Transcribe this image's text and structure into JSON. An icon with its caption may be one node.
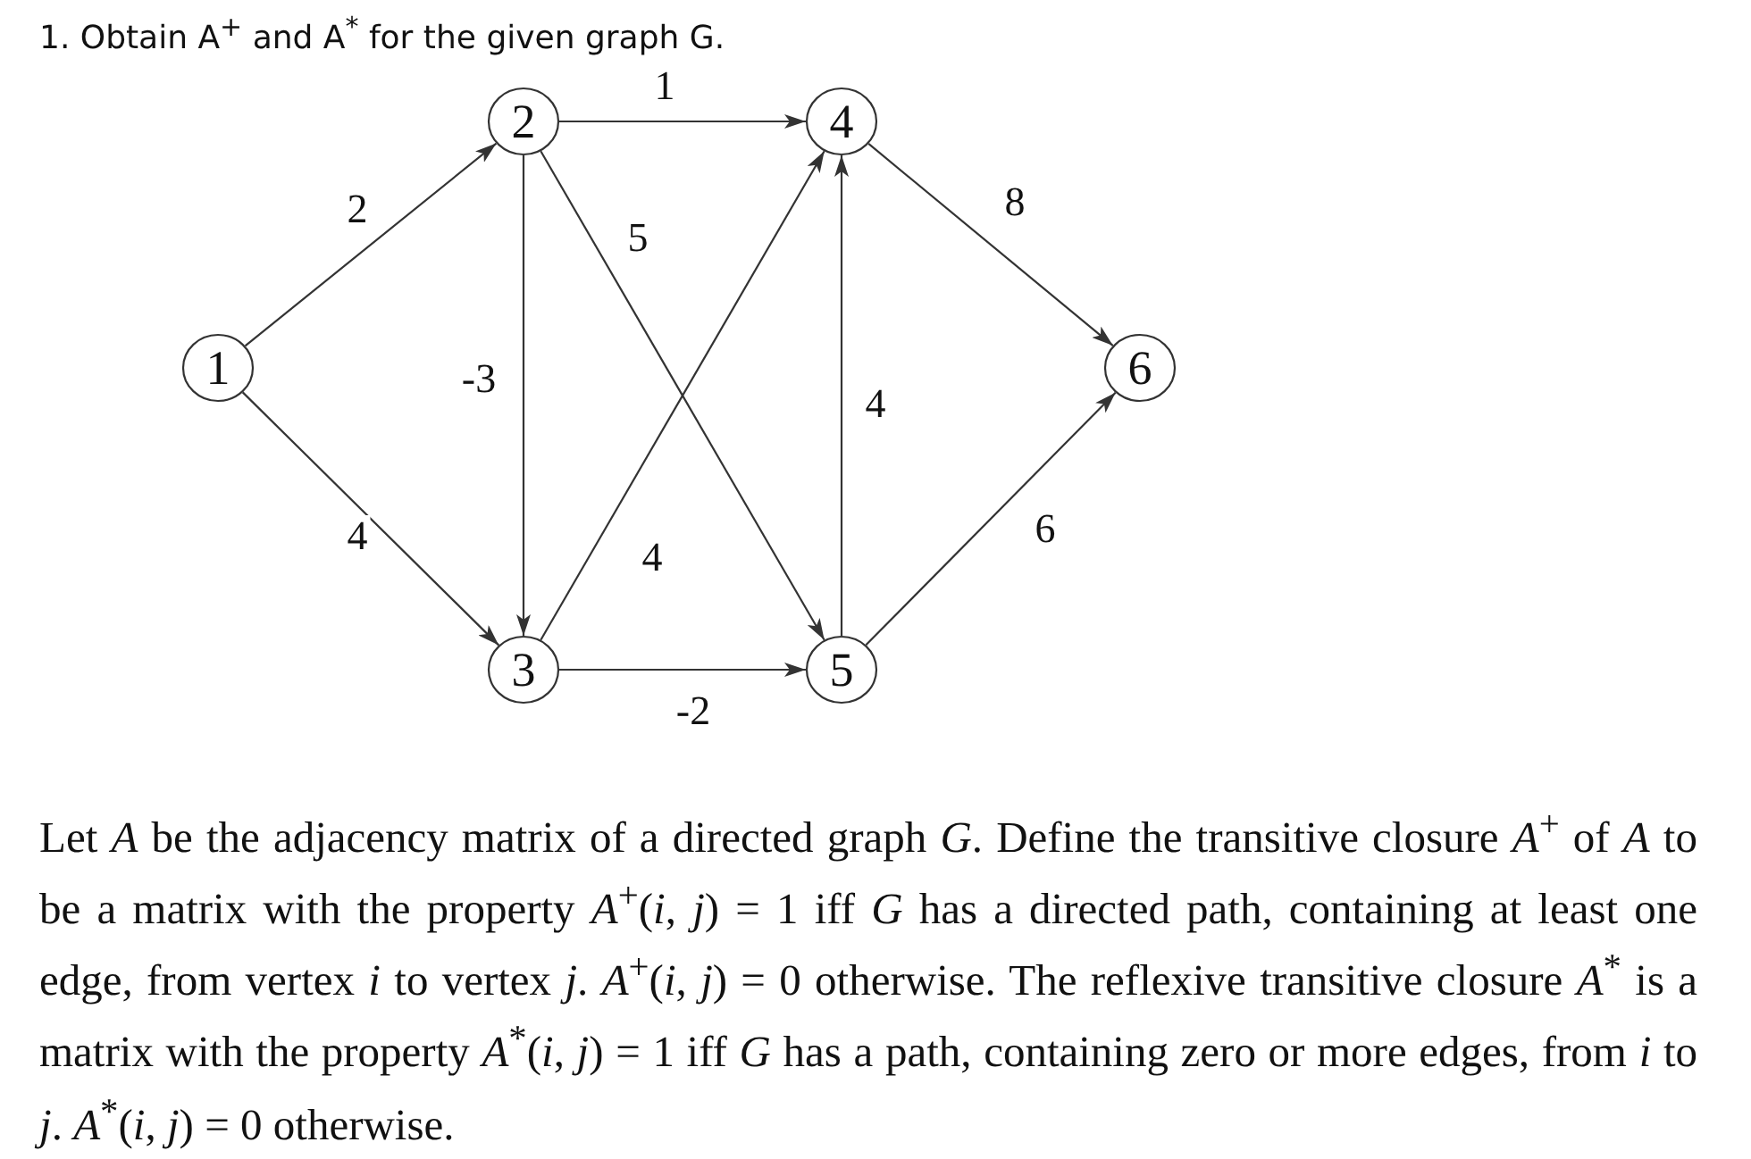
{
  "diagram": {
    "title": "1. Obtain A$^{+}$ and A$^{*}$ for the given graph G.",
    "nodes": [
      {
        "text": [
          "1"
        ]
      },
      {
        "text": [
          "2"
        ]
      },
      {
        "text": [
          "3"
        ]
      },
      {
        "text": [
          "4"
        ]
      },
      {
        "text": [
          "5"
        ]
      },
      {
        "text": [
          "6"
        ]
      }
    ],
    "edges": [
      {
        "from": 0,
        "to": 1,
        "arrow": "to",
        "label": "2"
      },
      {
        "from": 0,
        "to": 2,
        "arrow": "to",
        "label": "4"
      },
      {
        "from": 1,
        "to": 3,
        "arrow": "to",
        "label": "1"
      },
      {
        "from": 1,
        "to": 2,
        "arrow": "to",
        "label": "-3"
      },
      {
        "from": 1,
        "to": 4,
        "arrow": "to",
        "label": "5"
      },
      {
        "from": 2,
        "to": 3,
        "arrow": "to",
        "label": "4"
      },
      {
        "from": 2,
        "to": 4,
        "arrow": "to",
        "label": "-2"
      },
      {
        "from": 3,
        "to": 5,
        "arrow": "to",
        "label": "8"
      },
      {
        "from": 4,
        "to": 3,
        "arrow": "to",
        "label": "4"
      },
      {
        "from": 4,
        "to": 5,
        "arrow": "to",
        "label": "6"
      }
    ],
    "labels": [
      "Let *A* be the adjacency matrix of a directed graph *G*. Define the transitive closure *A*$^{+}$ of *A* to be a matrix with the property *A*$^{+}$(*i*, *j*) = 1 iff *G* has a directed path, containing at least one edge, from vertex *i* to vertex *j*. *A*$^{+}$(*i*, *j*) = 0 otherwise. The reflexive transitive closure *A*$^{*}$ is a matrix with the property *A*$^{*}$(*i*, *j*) = 1 iff *G* has a path, containing zero or more edges, from *i* to *j*. *A*$^{*}$(*i*, *j*) = 0 otherwise."
    ]
  }
}
